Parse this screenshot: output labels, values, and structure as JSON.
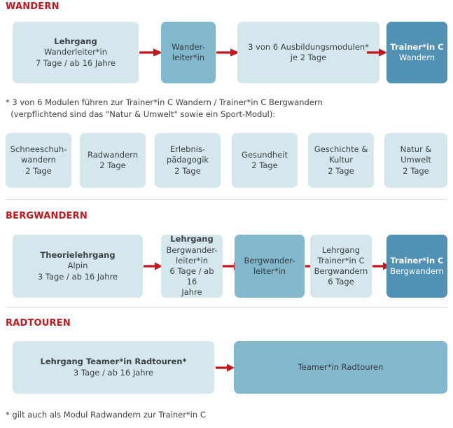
{
  "colors": {
    "heading_red": "#c4161c",
    "arrow_red": "#c4161c",
    "box_light": "#d4e7ec",
    "box_mid": "#82b8ce",
    "box_dark": "#5191b4",
    "divider": "#d8dfe2",
    "text_dark": "#3c4043",
    "text_light": "#ffffff"
  },
  "sections": {
    "wandern": {
      "heading": "WANDERN",
      "boxes": [
        {
          "name": "lehrgang-wanderleiterin",
          "lines": [
            "Lehrgang",
            "Wanderleiter*in",
            "7 Tage / ab 16 Jahre"
          ],
          "bold_first": true,
          "shade": "light"
        },
        {
          "name": "wanderleiterin",
          "lines": [
            "Wander-",
            "leiter*in"
          ],
          "bold_first": false,
          "shade": "mid"
        },
        {
          "name": "ausbildungsmodule",
          "lines": [
            "3 von 6 Ausbildungsmodulen*",
            "je 2 Tage"
          ],
          "bold_first": false,
          "shade": "light"
        },
        {
          "name": "trainerin-c-wandern",
          "lines": [
            "Trainer*in C",
            "Wandern"
          ],
          "bold_first": true,
          "shade": "dark"
        }
      ]
    },
    "footnote_modules": "* 3 von 6 Modulen führen zur Trainer*in C Wandern / Trainer*in C Bergwandern\n  (verpflichtend sind das \"Natur & Umwelt\" sowie ein Sport-Modul):",
    "modules": [
      {
        "name": "modul-schneeschuhwandern",
        "lines": [
          "Schneeschuh-",
          "wandern",
          "2 Tage"
        ]
      },
      {
        "name": "modul-radwandern",
        "lines": [
          "Radwandern",
          "2 Tage"
        ]
      },
      {
        "name": "modul-erlebnispaedagogik",
        "lines": [
          "Erlebnis-",
          "pädagogik",
          "2 Tage"
        ]
      },
      {
        "name": "modul-gesundheit",
        "lines": [
          "Gesundheit",
          "2 Tage"
        ]
      },
      {
        "name": "modul-geschichte-kultur",
        "lines": [
          "Geschichte &",
          "Kultur",
          "2 Tage"
        ]
      },
      {
        "name": "modul-natur-umwelt",
        "lines": [
          "Natur &",
          "Umwelt",
          "2 Tage"
        ]
      }
    ],
    "bergwandern": {
      "heading": "BERGWANDERN",
      "boxes": [
        {
          "name": "theorielehrgang-alpin",
          "lines": [
            "Theorielehrgang",
            "Alpin",
            "3 Tage / ab 16 Jahre"
          ],
          "bold_first": true,
          "shade": "light"
        },
        {
          "name": "lehrgang-bergwanderleiterin",
          "lines": [
            "Lehrgang",
            "Bergwander-",
            "leiter*in",
            "6 Tage / ab 16",
            "Jahre"
          ],
          "bold_first": true,
          "shade": "light"
        },
        {
          "name": "bergwanderleiterin",
          "lines": [
            "Bergwander-",
            "leiter*in"
          ],
          "bold_first": false,
          "shade": "mid"
        },
        {
          "name": "lehrgang-trainerin-c-bergwandern",
          "lines": [
            "Lehrgang",
            "Trainer*in C",
            "Bergwandern",
            "6 Tage"
          ],
          "bold_first": false,
          "shade": "light"
        },
        {
          "name": "trainerin-c-bergwandern",
          "lines": [
            "Trainer*in C",
            "Bergwandern"
          ],
          "bold_first": true,
          "shade": "dark"
        }
      ]
    },
    "radtouren": {
      "heading": "RADTOUREN",
      "boxes": [
        {
          "name": "lehrgang-teamerin-radtouren",
          "lines": [
            "Lehrgang Teamer*in Radtouren*",
            "3 Tage / ab 16 Jahre"
          ],
          "bold_first": true,
          "shade": "light"
        },
        {
          "name": "teamerin-radtouren",
          "lines": [
            "Teamer*in Radtouren"
          ],
          "bold_first": false,
          "shade": "mid"
        }
      ]
    },
    "footnote_radtouren": "* gilt auch als Modul Radwandern zur Trainer*in C"
  },
  "arrows": {
    "icon": "arrow-right-icon",
    "count": 9
  }
}
